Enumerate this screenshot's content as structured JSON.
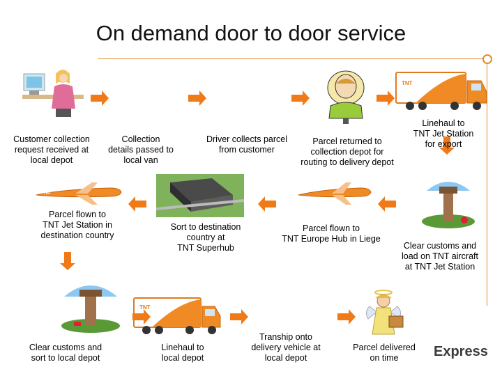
{
  "title": "On demand door to door service",
  "brand": "Express",
  "truck_logo": "TNT",
  "colors": {
    "orange": "#f08a24",
    "arrow": "#f07a18",
    "rule": "#e08a2c",
    "blue": "#2a7fd6",
    "green": "#4a9a2a"
  },
  "icons": [
    "woman-at-computer-icon",
    "man-on-phone-icon",
    "tnt-truck-icon",
    "airplane-icon",
    "control-tower-icon",
    "superhub-building-icon",
    "angel-courier-icon"
  ],
  "steps": [
    "Customer collection\nrequest received at\nlocal depot",
    "Collection\ndetails passed to\nlocal van",
    "Driver collects parcel\nfrom customer",
    "Parcel returned to\ncollection depot for\nrouting to delivery depot",
    "Linehaul to\nTNT Jet Station\nfor export",
    "Clear customs and\nload on TNT aircraft\nat TNT Jet Station",
    "Parcel flown to\nTNT Europe Hub in Liege",
    "Sort to destination\ncountry at\nTNT Superhub",
    "Parcel flown to\nTNT Jet Station in\ndestination country",
    "Clear customs and\nsort to local depot",
    "Linehaul to\nlocal depot",
    "Tranship onto\ndelivery vehicle at\nlocal depot",
    "Parcel delivered\non time"
  ]
}
